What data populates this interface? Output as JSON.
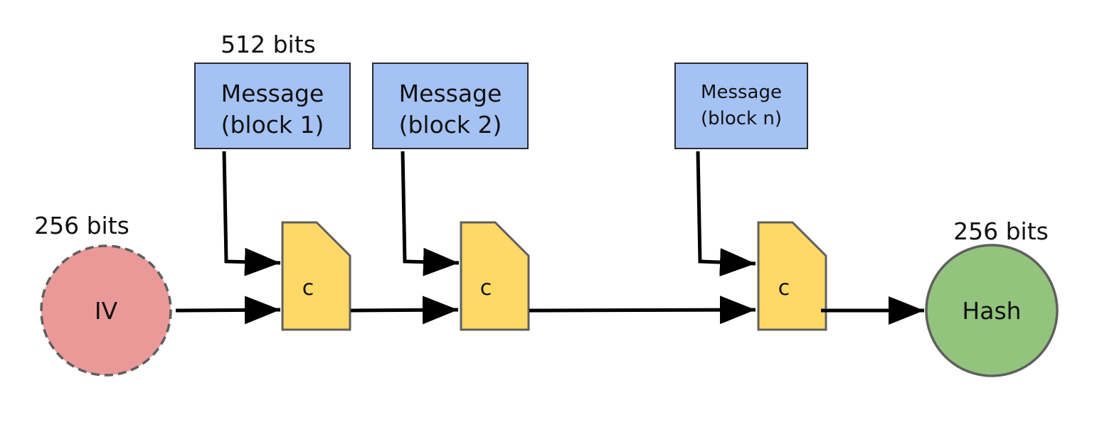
{
  "labels": {
    "block_size": "512 bits",
    "iv_size": "256 bits",
    "hash_size": "256 bits"
  },
  "iv": {
    "label": "IV"
  },
  "hash": {
    "label": "Hash"
  },
  "messages": [
    {
      "line1": "Message",
      "line2": "(block 1)"
    },
    {
      "line1": "Message",
      "line2": "(block 2)"
    },
    {
      "line1": "Message",
      "line2": "(block n)"
    }
  ],
  "compressors": [
    {
      "label": "c"
    },
    {
      "label": "c"
    },
    {
      "label": "c"
    }
  ],
  "colors": {
    "message_fill": "#a4c2f4",
    "compressor_fill": "#ffd966",
    "iv_fill": "#ea9999",
    "hash_fill": "#93c47d",
    "shape_stroke": "#5f5f5f",
    "arrow": "#000000"
  }
}
